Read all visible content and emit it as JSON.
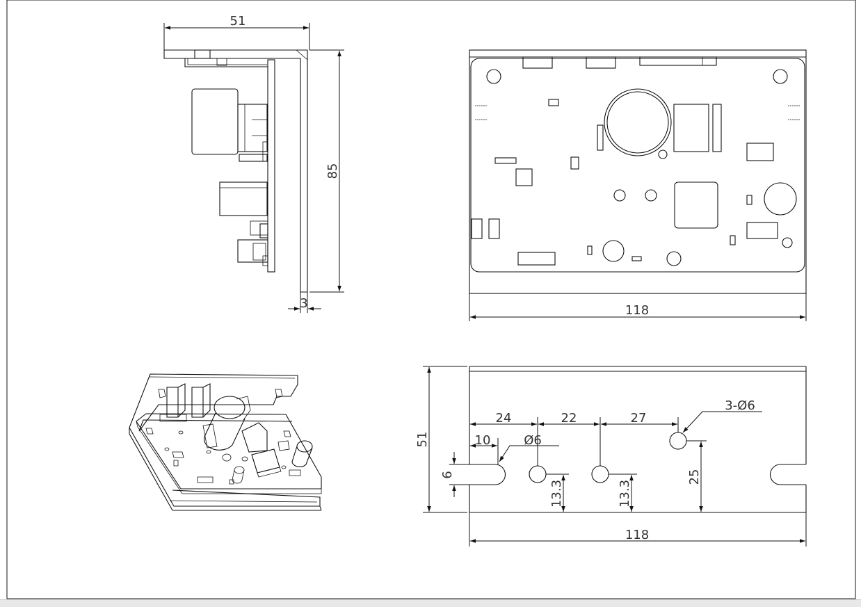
{
  "colors": {
    "line": "#111111",
    "text": "#333333",
    "paper": "#ffffff",
    "statusbar": "#e8e8e8"
  },
  "side_view": {
    "width_dim": "51",
    "height_dim": "85",
    "thickness_dim": "3"
  },
  "top_view": {
    "length_dim": "118"
  },
  "bottom_view": {
    "height_dim": "51",
    "slot_dim": "6",
    "slot_depth_dim": "10",
    "pitch_1": "24",
    "pitch_2": "22",
    "pitch_3": "27",
    "hole_label": "Ø6",
    "holes_label": "3-Ø6",
    "hole_height_1": "13.3",
    "hole_height_2": "13.3",
    "hole_height_3": "25",
    "length_dim": "118"
  }
}
